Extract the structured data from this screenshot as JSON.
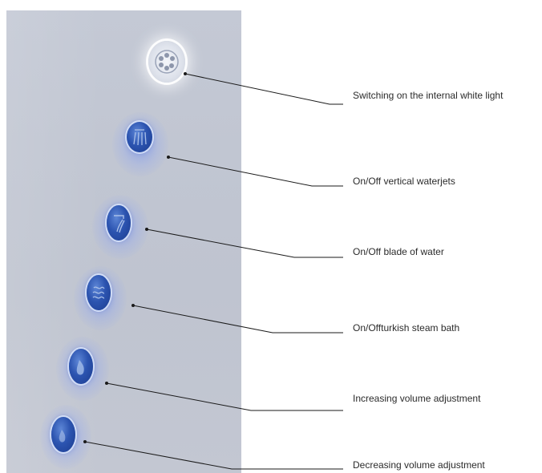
{
  "labels": [
    "Switching on the internal white light",
    "On/Off vertical waterjets",
    "On/Off blade of water",
    "On/Offturkish steam bath",
    "Increasing volume adjustment",
    "Decreasing volume adjustment"
  ],
  "icons": [
    "light-icon",
    "vertical-waterjets-icon",
    "water-blade-icon",
    "steam-bath-icon",
    "volume-up-icon",
    "volume-down-icon"
  ],
  "colors": {
    "button_blue": "#2c54b0",
    "panel": "#c2c7d3",
    "line": "#1a1a1a"
  }
}
